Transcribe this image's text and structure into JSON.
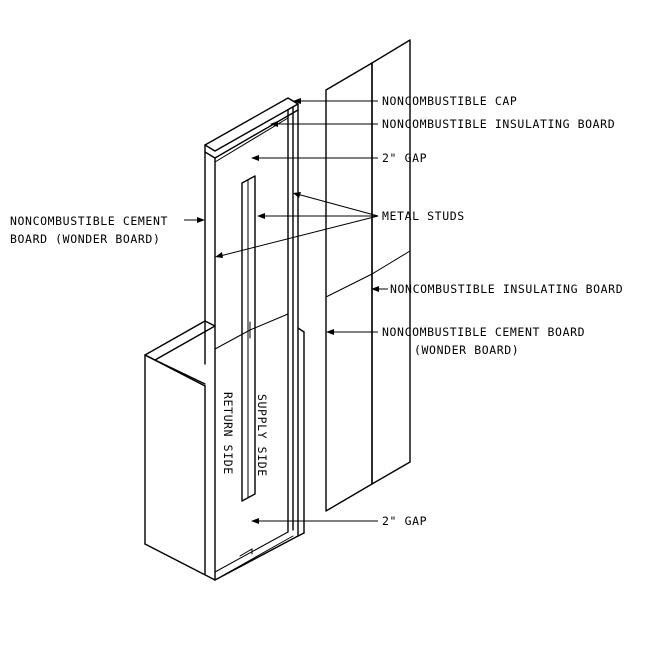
{
  "labels": {
    "noncombustible_cap": "NONCOMBUSTIBLE CAP",
    "insulating_board_top": "NONCOMBUSTIBLE INSULATING BOARD",
    "gap_top": "2\" GAP",
    "metal_studs": "METAL STUDS",
    "cement_board_left_1": "NONCOMBUSTIBLE CEMENT",
    "cement_board_left_2": "BOARD (WONDER BOARD)",
    "insulating_board_right": "NONCOMBUSTIBLE INSULATING BOARD",
    "cement_board_right_1": "NONCOMBUSTIBLE CEMENT BOARD",
    "cement_board_right_2": "(WONDER BOARD)",
    "gap_bottom": "2\" GAP",
    "return_side": "RETURN SIDE",
    "supply_side": "SUPPLY SIDE"
  }
}
